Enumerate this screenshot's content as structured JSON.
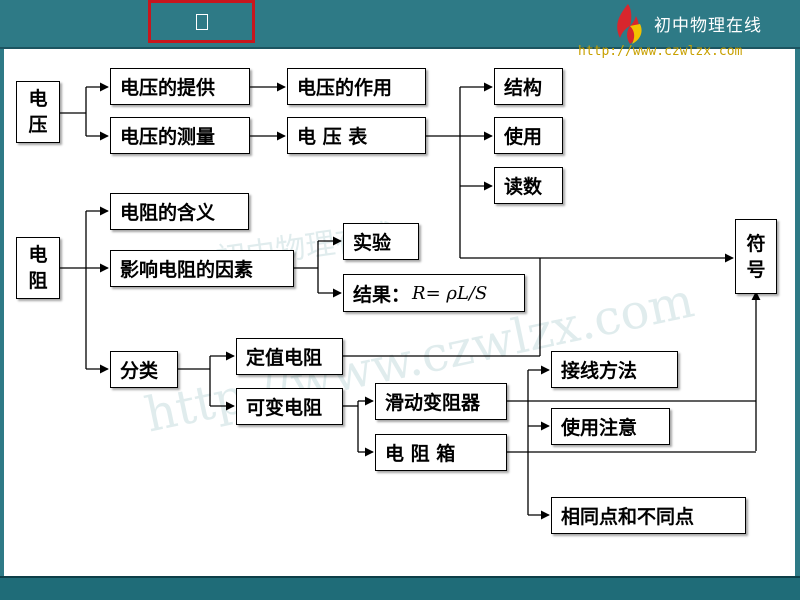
{
  "header": {
    "logo_text": "初中物理在线",
    "url": "http://www.czwlzx.com"
  },
  "watermark": {
    "line1": "初中物理在线",
    "line2": "http://www.czwlzx.com"
  },
  "nodes": {
    "voltage": [
      "电",
      "压"
    ],
    "voltage_supply": "电压的提供",
    "voltage_role": "电压的作用",
    "voltage_measure": "电压的测量",
    "voltmeter": "电 压 表",
    "structure": "结构",
    "use": "使用",
    "reading": "读数",
    "resistance": [
      "电",
      "阻"
    ],
    "resistance_meaning": "电阻的含义",
    "resistance_factors": "影响电阻的因素",
    "experiment": "实验",
    "result_label": "结果：",
    "result_formula": "R= ρL/S",
    "classification": "分类",
    "fixed_resistor": "定值电阻",
    "variable_resistor": "可变电阻",
    "slide_rheostat": "滑动变阻器",
    "resistance_box": "电 阻 箱",
    "wiring_method": "接线方法",
    "usage_notes": "使用注意",
    "similarities_differences": "相同点和不同点",
    "symbol": [
      "符",
      "号"
    ]
  }
}
